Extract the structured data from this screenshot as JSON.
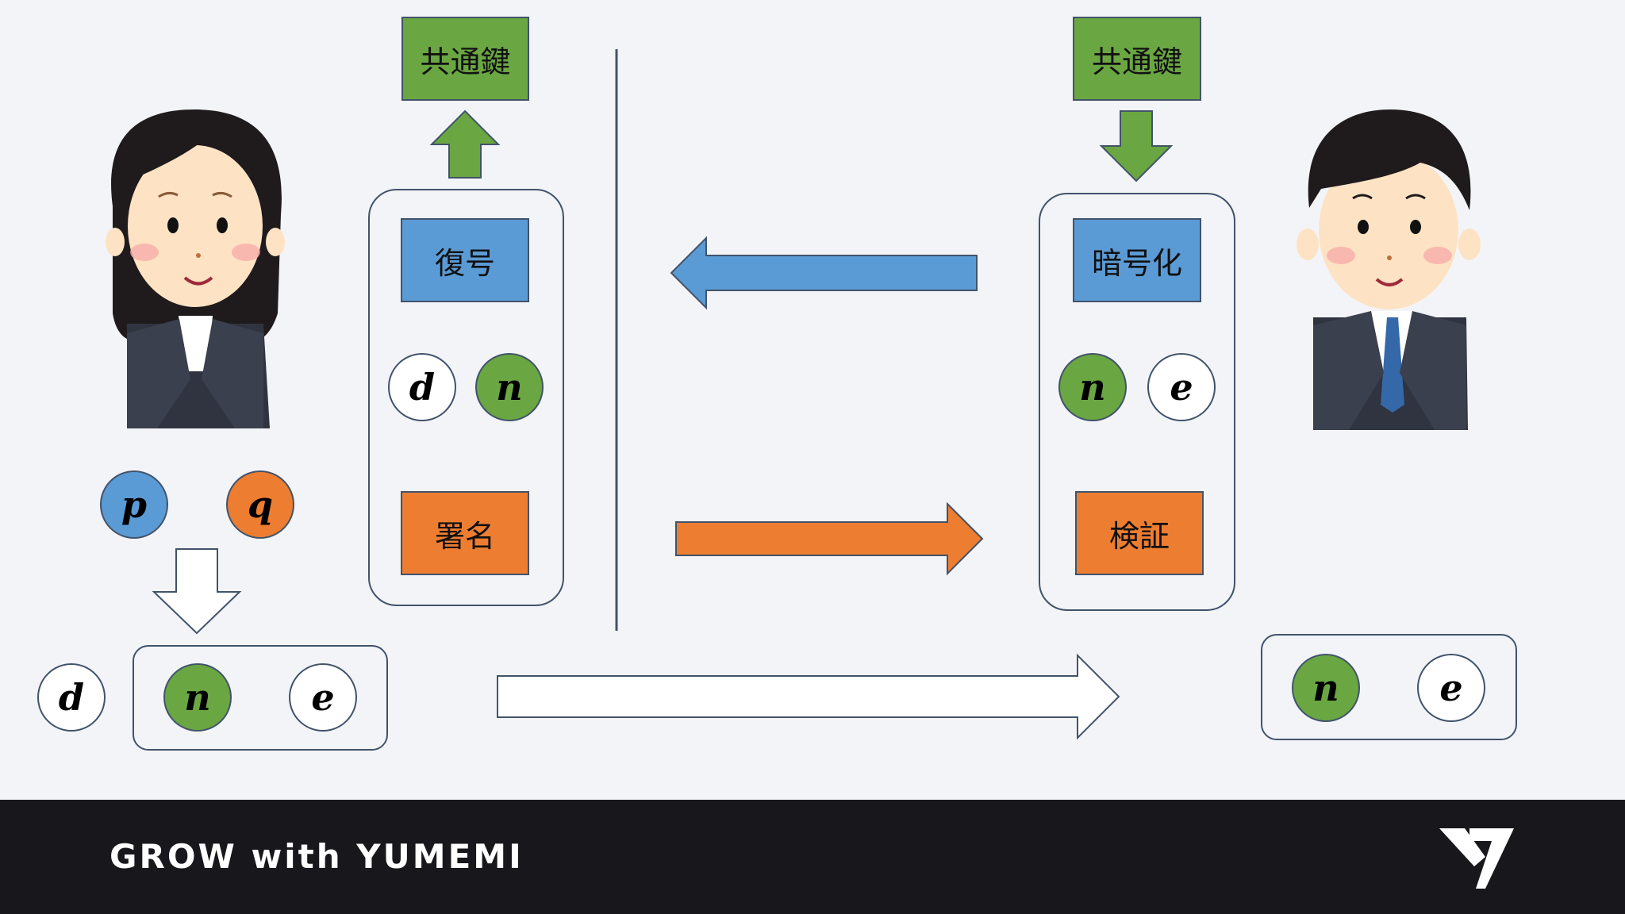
{
  "left_flow": {
    "top_box": "共通鍵",
    "decrypt": "復号",
    "keys": [
      "d",
      "n"
    ],
    "sign": "署名"
  },
  "right_flow": {
    "top_box": "共通鍵",
    "encrypt": "暗号化",
    "keys": [
      "n",
      "e"
    ],
    "verify": "検証"
  },
  "primes": [
    "p",
    "q"
  ],
  "private_key": "d",
  "public_key_left": [
    "n",
    "e"
  ],
  "public_key_right": [
    "n",
    "e"
  ],
  "colors": {
    "green": "#6aa642",
    "blue": "#5b9bd5",
    "orange": "#ed7d31",
    "outline": "#41536b",
    "footer": "#17171c"
  },
  "footer": {
    "brand": "GROW with YUMEMI"
  }
}
